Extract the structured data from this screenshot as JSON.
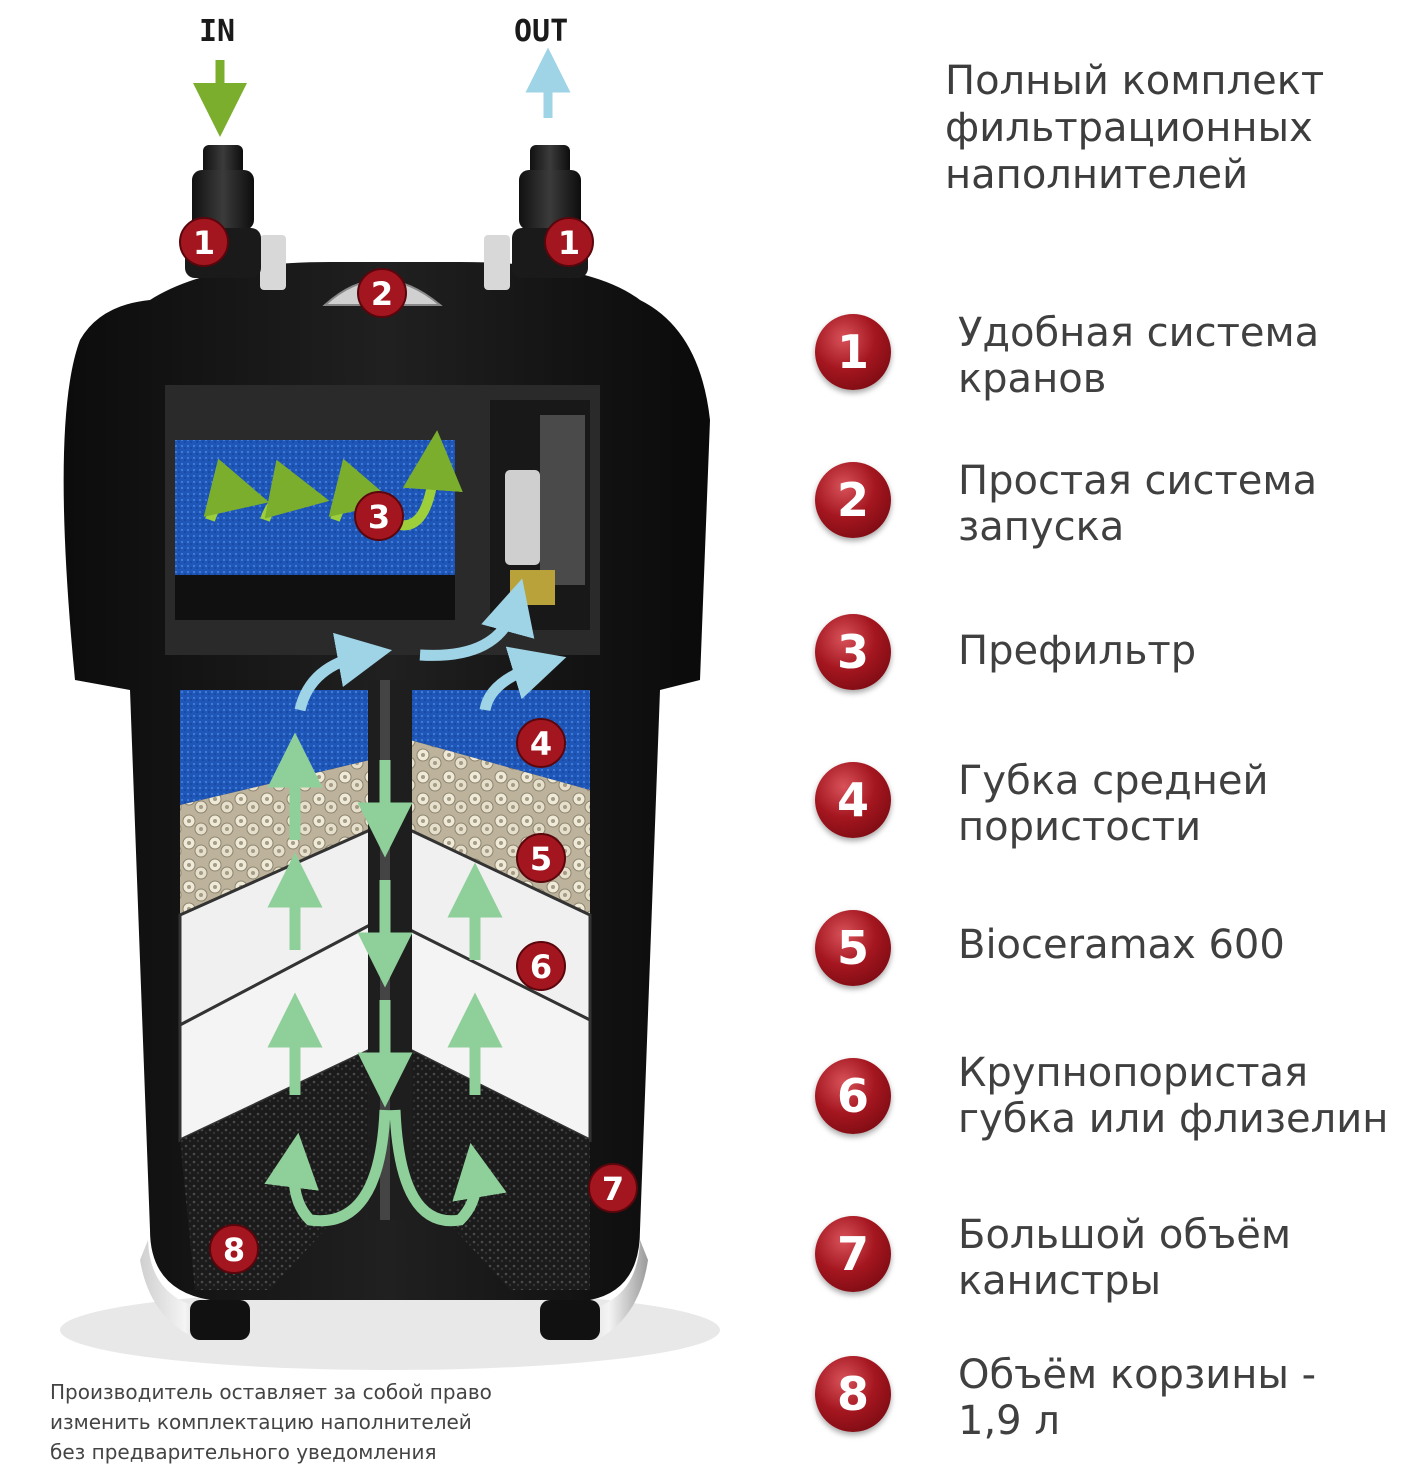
{
  "flow": {
    "in_label": "IN",
    "out_label": "OUT"
  },
  "heading": {
    "line1": "Полный комплект",
    "line2": "фильтрационных",
    "line3": "наполнителей"
  },
  "legend": [
    {
      "number": "1",
      "line1": "Удобная система",
      "line2": "кранов"
    },
    {
      "number": "2",
      "line1": "Простая система",
      "line2": "запуска"
    },
    {
      "number": "3",
      "line1": "Префильтр",
      "line2": ""
    },
    {
      "number": "4",
      "line1": "Губка средней",
      "line2": "пористости"
    },
    {
      "number": "5",
      "line1": "Bioceramax 600",
      "line2": ""
    },
    {
      "number": "6",
      "line1": "Крупнопористая",
      "line2": "губка или флизелин"
    },
    {
      "number": "7",
      "line1": "Большой объём",
      "line2": "канистры"
    },
    {
      "number": "8",
      "line1": "Объём корзины -",
      "line2": "1,9 л"
    }
  ],
  "diagram_markers": [
    "1",
    "1",
    "2",
    "3",
    "4",
    "5",
    "6",
    "7",
    "8"
  ],
  "note": {
    "line1": "Производитель оставляет за собой право",
    "line2": "изменить комплектацию наполнителей",
    "line3": "без предварительного уведомления"
  },
  "colors": {
    "badge_red": "#a4161f",
    "in_arrow_green": "#7cae2e",
    "out_arrow_blue": "#9fd3e6",
    "sponge_blue": "#1f57b8",
    "flow_green": "#8fcf9a"
  }
}
